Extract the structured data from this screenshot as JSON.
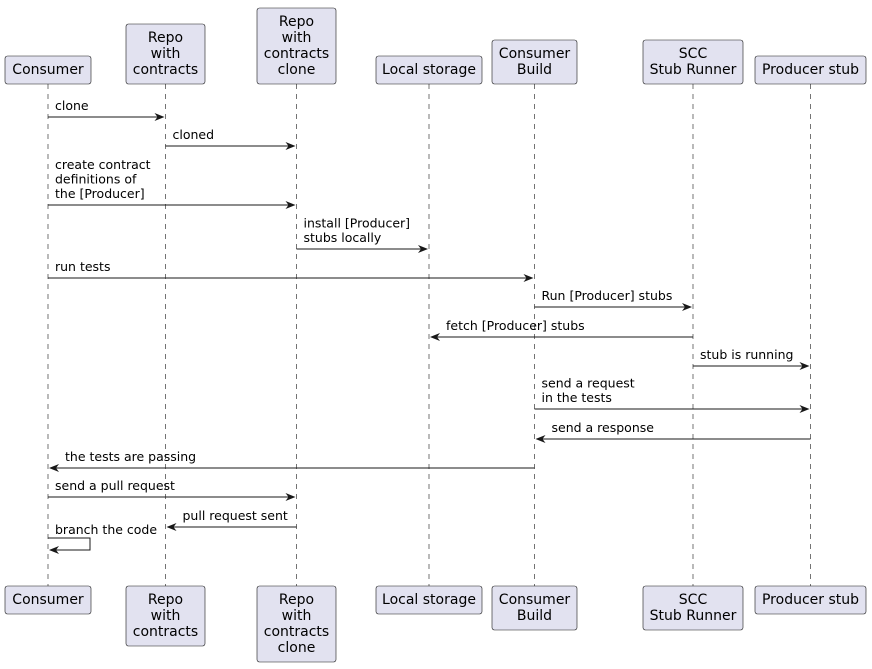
{
  "participants": [
    {
      "id": "consumer",
      "lines": [
        "Consumer"
      ]
    },
    {
      "id": "repo",
      "lines": [
        "Repo",
        "with",
        "contracts"
      ]
    },
    {
      "id": "clone",
      "lines": [
        "Repo",
        "with",
        "contracts",
        "clone"
      ]
    },
    {
      "id": "storage",
      "lines": [
        "Local storage"
      ]
    },
    {
      "id": "build",
      "lines": [
        "Consumer",
        "Build"
      ]
    },
    {
      "id": "runner",
      "lines": [
        "SCC",
        "Stub Runner"
      ]
    },
    {
      "id": "producer",
      "lines": [
        "Producer stub"
      ]
    }
  ],
  "messages": [
    {
      "from": "consumer",
      "to": "repo",
      "lines": [
        "clone"
      ]
    },
    {
      "from": "repo",
      "to": "clone",
      "lines": [
        "cloned"
      ]
    },
    {
      "from": "consumer",
      "to": "clone",
      "lines": [
        "create contract",
        "definitions of",
        "the [Producer]"
      ]
    },
    {
      "from": "clone",
      "to": "storage",
      "lines": [
        "install [Producer]",
        "stubs locally"
      ]
    },
    {
      "from": "consumer",
      "to": "build",
      "lines": [
        "run tests"
      ]
    },
    {
      "from": "build",
      "to": "runner",
      "lines": [
        "Run [Producer] stubs"
      ]
    },
    {
      "from": "runner",
      "to": "storage",
      "lines": [
        "fetch [Producer] stubs"
      ]
    },
    {
      "from": "runner",
      "to": "producer",
      "lines": [
        "stub is running"
      ]
    },
    {
      "from": "build",
      "to": "producer",
      "lines": [
        "send a request",
        "in the tests"
      ]
    },
    {
      "from": "producer",
      "to": "build",
      "lines": [
        "send a response"
      ]
    },
    {
      "from": "build",
      "to": "consumer",
      "lines": [
        "the tests are passing"
      ]
    },
    {
      "from": "consumer",
      "to": "clone",
      "lines": [
        "send a pull request"
      ]
    },
    {
      "from": "clone",
      "to": "repo",
      "lines": [
        "pull request sent"
      ]
    },
    {
      "from": "consumer",
      "to": "consumer",
      "lines": [
        "branch the code"
      ]
    }
  ]
}
